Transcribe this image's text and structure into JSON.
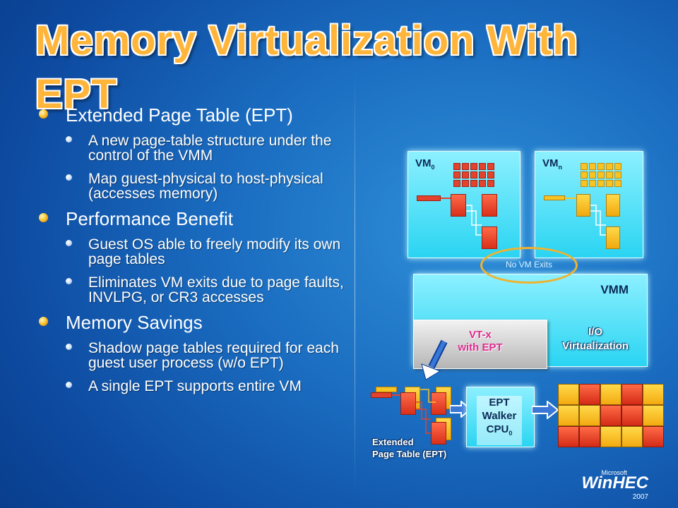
{
  "slide": {
    "title": "Memory Virtualization With EPT",
    "bullets": [
      {
        "text": "Extended Page Table (EPT)",
        "subs": [
          "A new page-table structure under the control of the VMM",
          "Map guest-physical to host-physical (accesses memory)"
        ]
      },
      {
        "text": "Performance Benefit",
        "subs": [
          "Guest OS able to freely modify its own page tables",
          "Eliminates VM exits due to page faults, INVLPG, or CR3 accesses"
        ]
      },
      {
        "text": "Memory Savings",
        "subs": [
          "Shadow page tables required for each guest user process (w/o EPT)",
          "A single EPT supports entire VM"
        ]
      }
    ]
  },
  "diagram": {
    "vm0_label": "VM",
    "vm0_sub": "0",
    "vmn_label": "VM",
    "vmn_sub": "n",
    "no_vm_exits": "No VM Exits",
    "vmm_label": "VMM",
    "io_line1": "I/O",
    "io_line2": "Virtualization",
    "vtx_line1": "VT-x",
    "vtx_line2": "with EPT",
    "ept_walker_line1": "EPT",
    "ept_walker_line2": "Walker",
    "ept_walker_line3": "CPU",
    "ept_walker_sub": "0",
    "ept_caption_line1": "Extended",
    "ept_caption_line2": "Page Table (EPT)",
    "colors": {
      "red": "#e3432c",
      "yellow": "#f7c424",
      "cyan": "#2ad4f2",
      "vtx_text": "#e02a8e"
    },
    "memory_grid": [
      [
        "y",
        "r",
        "y",
        "r",
        "y"
      ],
      [
        "y",
        "y",
        "r",
        "r",
        "y"
      ],
      [
        "r",
        "r",
        "y",
        "y",
        "r"
      ]
    ]
  },
  "logo": {
    "microsoft": "Microsoft",
    "name": "WinHEC",
    "year": "2007"
  }
}
